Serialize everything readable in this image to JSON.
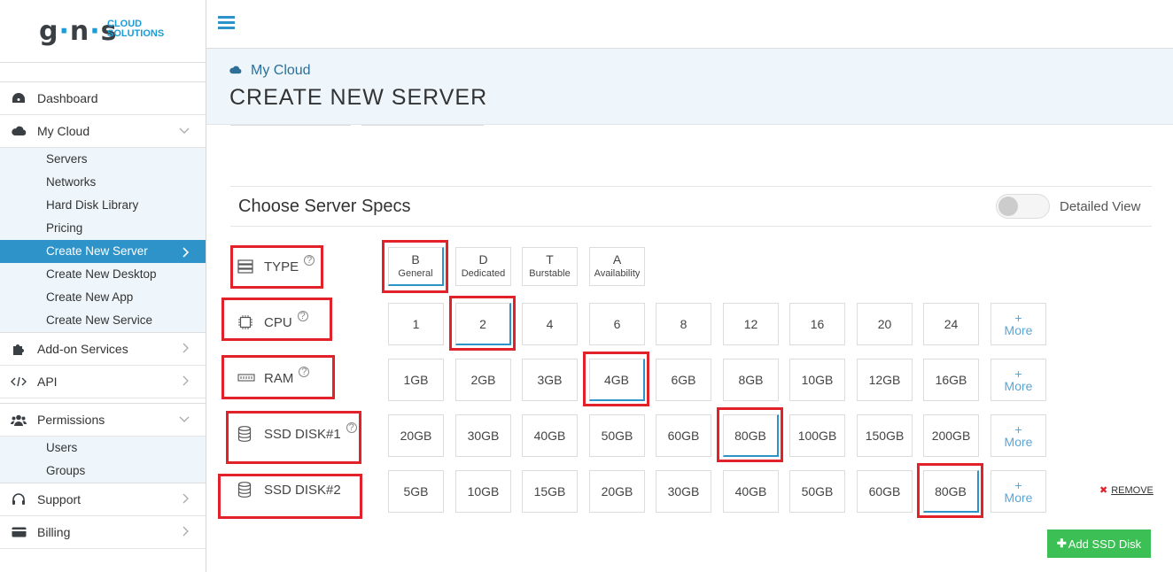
{
  "logo": {
    "mark": "g·n·s",
    "line1": "CLOUD",
    "line2": "SOLUTIONS"
  },
  "sidebar": {
    "dashboard": "Dashboard",
    "my_cloud": "My Cloud",
    "my_cloud_sub": [
      "Servers",
      "Networks",
      "Hard Disk Library",
      "Pricing",
      "Create New Server",
      "Create New Desktop",
      "Create New App",
      "Create New Service"
    ],
    "addon": "Add-on Services",
    "api": "API",
    "permissions": "Permissions",
    "permissions_sub": [
      "Users",
      "Groups"
    ],
    "support": "Support",
    "billing": "Billing"
  },
  "header": {
    "breadcrumb": "My Cloud",
    "title": "CREATE NEW SERVER"
  },
  "specs": {
    "title": "Choose Server Specs",
    "detailed_view": "Detailed View",
    "detailed_view_on": false,
    "rows": {
      "type": {
        "label": "TYPE",
        "options": [
          {
            "big": "B",
            "small": "General"
          },
          {
            "big": "D",
            "small": "Dedicated"
          },
          {
            "big": "T",
            "small": "Burstable"
          },
          {
            "big": "A",
            "small": "Availability"
          }
        ],
        "selected": 0
      },
      "cpu": {
        "label": "CPU",
        "options": [
          "1",
          "2",
          "4",
          "6",
          "8",
          "12",
          "16",
          "20",
          "24"
        ],
        "selected": 1
      },
      "ram": {
        "label": "RAM",
        "options": [
          "1GB",
          "2GB",
          "3GB",
          "4GB",
          "6GB",
          "8GB",
          "10GB",
          "12GB",
          "16GB"
        ],
        "selected": 3
      },
      "disk1": {
        "label": "SSD DISK#1",
        "options": [
          "20GB",
          "30GB",
          "40GB",
          "50GB",
          "60GB",
          "80GB",
          "100GB",
          "150GB",
          "200GB"
        ],
        "selected": 5
      },
      "disk2": {
        "label": "SSD DISK#2",
        "options": [
          "5GB",
          "10GB",
          "15GB",
          "20GB",
          "30GB",
          "40GB",
          "50GB",
          "60GB",
          "80GB"
        ],
        "selected": 8
      }
    },
    "more_plus": "+",
    "more_label": "More",
    "remove": "REMOVE",
    "add_disk": "Add SSD Disk"
  }
}
